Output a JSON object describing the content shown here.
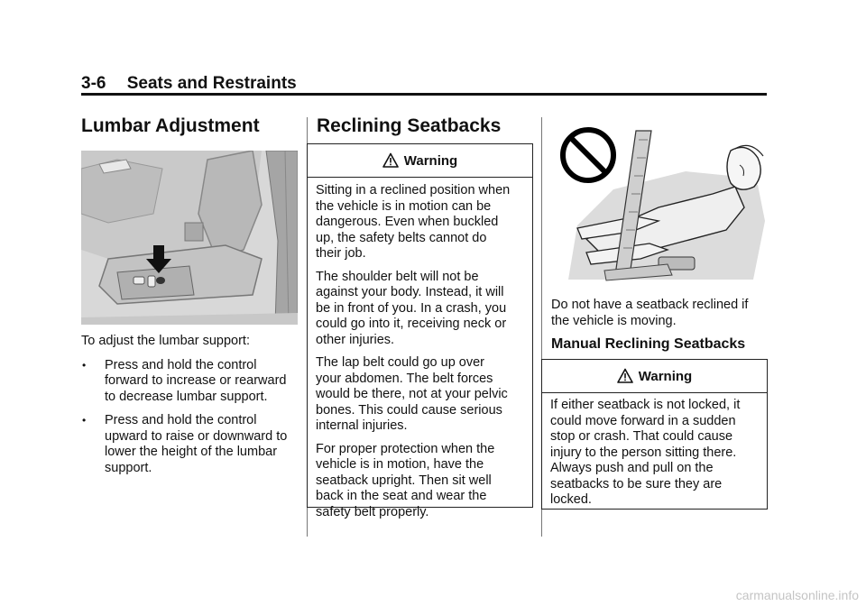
{
  "header": {
    "page_number": "3-6",
    "section": "Seats and Restraints"
  },
  "col1": {
    "title": "Lumbar Adjustment",
    "intro": "To adjust the lumbar support:",
    "bullets": [
      {
        "lines": [
          "Press and hold the control",
          "forward to increase or rearward",
          "to decrease lumbar support."
        ]
      },
      {
        "lines": [
          "Press and hold the control",
          "upward to raise or downward to",
          "lower the height of the lumbar",
          "support."
        ]
      }
    ],
    "bullet_glyph": "•",
    "image_icon": "seat-lumbar-control-illustration"
  },
  "col2": {
    "title": "Reclining Seatbacks",
    "warning": {
      "label": "Warning",
      "icon": "warning-triangle-icon",
      "paragraphs": [
        [
          "Sitting in a reclined position when",
          "the vehicle is in motion can be",
          "dangerous. Even when buckled",
          "up, the safety belts cannot do",
          "their job."
        ],
        [
          "The shoulder belt will not be",
          "against your body. Instead, it will",
          "be in front of you. In a crash, you",
          "could go into it, receiving neck or",
          "other injuries."
        ],
        [
          "The lap belt could go up over",
          "your abdomen. The belt forces",
          "would be there, not at your pelvic",
          "bones. This could cause serious",
          "internal injuries."
        ],
        [
          "For proper protection when the",
          "vehicle is in motion, have the",
          "seatback upright. Then sit well",
          "back in the seat and wear the",
          "safety belt properly."
        ]
      ]
    }
  },
  "col3": {
    "image_icon": "reclined-occupant-prohibited-illustration",
    "caption": [
      "Do not have a seatback reclined if",
      "the vehicle is moving."
    ],
    "subtitle": "Manual Reclining Seatbacks",
    "warning": {
      "label": "Warning",
      "icon": "warning-triangle-icon",
      "paragraphs": [
        [
          "If either seatback is not locked, it",
          "could move forward in a sudden",
          "stop or crash. That could cause",
          "injury to the person sitting there.",
          "Always push and pull on the",
          "seatbacks to be sure they are",
          "locked."
        ]
      ]
    }
  },
  "watermark": "carmanualsonline.info"
}
